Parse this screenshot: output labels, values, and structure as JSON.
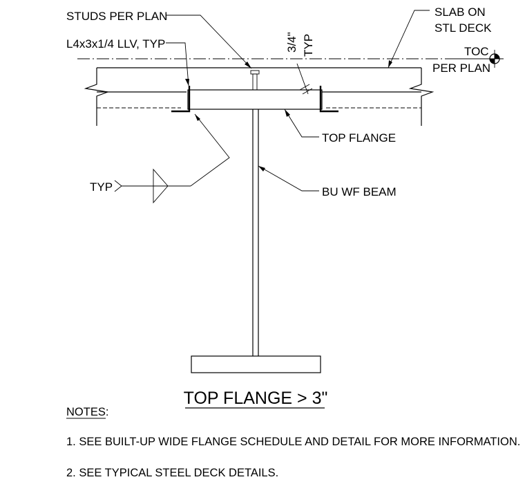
{
  "labels": {
    "studs": "STUDS PER PLAN",
    "angle": "L4x3x1/4 LLV, TYP",
    "slab_line1": "SLAB ON",
    "slab_line2": "STL DECK",
    "toc_line1": "TOC",
    "toc_line2": "PER PLAN",
    "dim_value": "3/4\"",
    "dim_typ": "TYP",
    "top_flange": "TOP FLANGE",
    "beam": "BU WF BEAM",
    "weld_typ": "TYP"
  },
  "title": "TOP FLANGE > 3\"",
  "notes": {
    "heading": "NOTES:",
    "items": [
      "1.  SEE BUILT-UP WIDE FLANGE SCHEDULE AND DETAIL FOR MORE INFORMATION.",
      "2.  SEE TYPICAL STEEL DECK DETAILS."
    ]
  }
}
